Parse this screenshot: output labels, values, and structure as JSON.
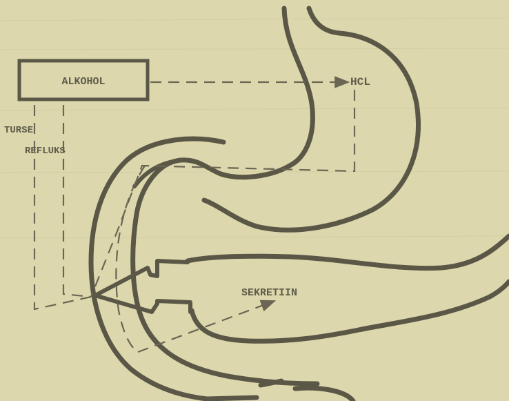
{
  "labels": {
    "alkohol": "ALKOHOL",
    "hcl": "HCL",
    "turse": "TURSE",
    "refluks": "REFLUKS",
    "sekretiin": "SEKRETIIN"
  },
  "colors": {
    "paper": "#dcd7ac",
    "ink": "#5a5746",
    "text": "#5e5b4a"
  }
}
